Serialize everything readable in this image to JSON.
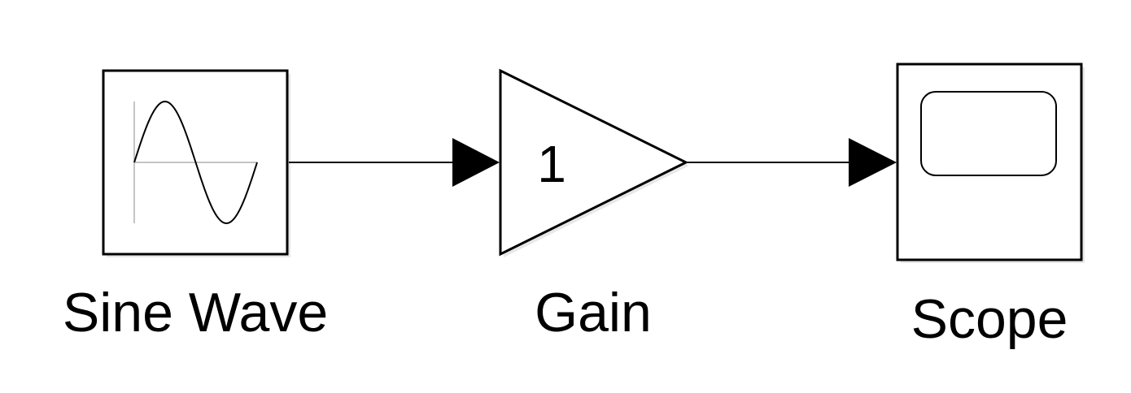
{
  "blocks": {
    "sine_wave": {
      "label": "Sine Wave",
      "icon": "sine-wave-icon"
    },
    "gain": {
      "label": "Gain",
      "value": "1",
      "icon": "triangle-gain-icon"
    },
    "scope": {
      "label": "Scope",
      "icon": "scope-screen-icon"
    }
  },
  "connections": [
    {
      "from": "Sine Wave",
      "to": "Gain"
    },
    {
      "from": "Gain",
      "to": "Scope"
    }
  ],
  "colors": {
    "stroke": "#000000",
    "background": "#ffffff",
    "axis": "#b0b0b0"
  }
}
